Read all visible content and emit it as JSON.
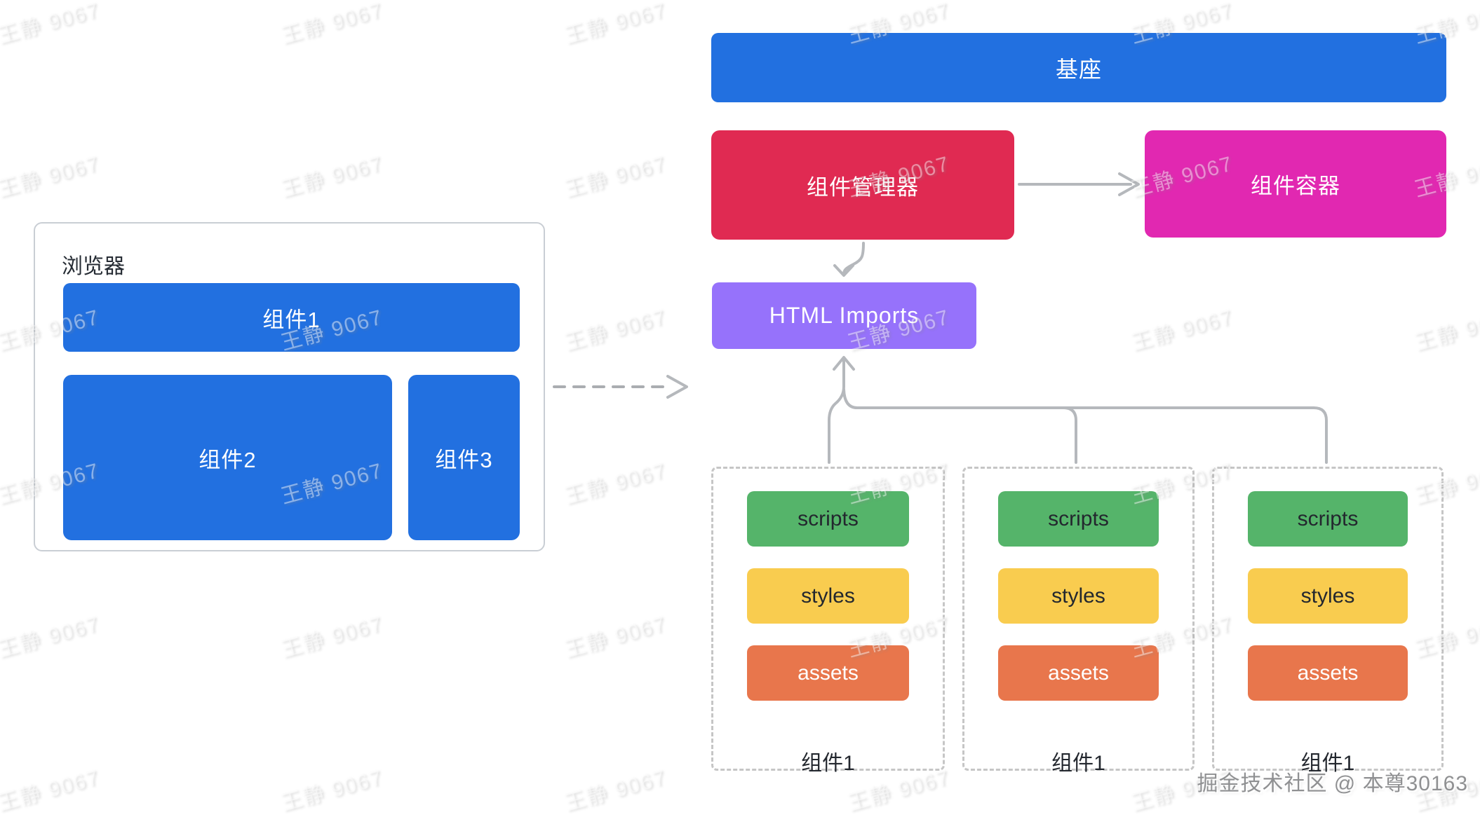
{
  "watermark": {
    "text": "王静 9067",
    "credit": "掘金技术社区 @ 本尊30163"
  },
  "colors": {
    "blue": "#2270E0",
    "red": "#E02A52",
    "magenta": "#E128B1",
    "purple": "#9672FB",
    "green": "#55B46A",
    "yellow": "#F9CC4F",
    "orange": "#E8764C",
    "connector_gray": "#B5B8BC",
    "dashed_border_gray": "#C6C6C6"
  },
  "diagram": {
    "base": {
      "label": "基座"
    },
    "manager": {
      "label": "组件管理器"
    },
    "container": {
      "label": "组件容器"
    },
    "imports": {
      "label": "HTML Imports"
    },
    "browser": {
      "title": "浏览器",
      "component1": "组件1",
      "component2": "组件2",
      "component3": "组件3"
    },
    "packages": [
      {
        "label": "组件1",
        "scripts": "scripts",
        "styles": "styles",
        "assets": "assets"
      },
      {
        "label": "组件1",
        "scripts": "scripts",
        "styles": "styles",
        "assets": "assets"
      },
      {
        "label": "组件1",
        "scripts": "scripts",
        "styles": "styles",
        "assets": "assets"
      }
    ]
  }
}
